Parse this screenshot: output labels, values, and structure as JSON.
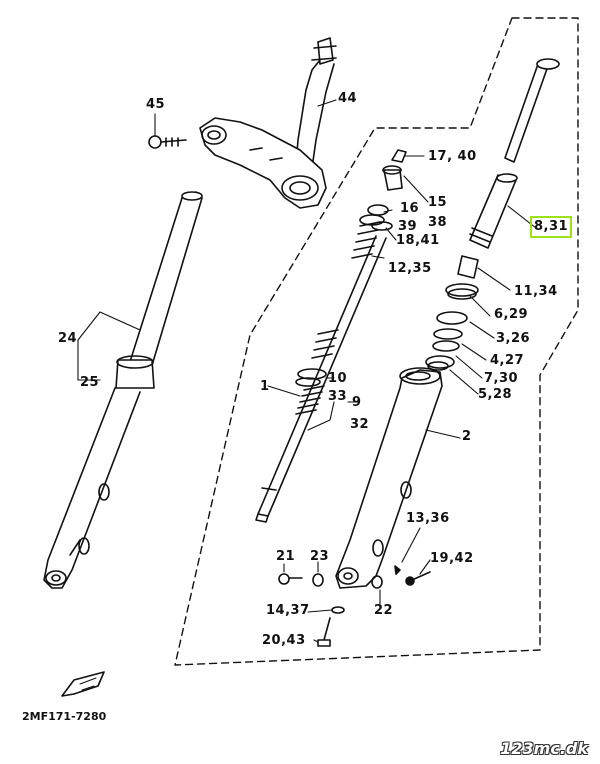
{
  "callouts": [
    {
      "id": "44",
      "text": "44"
    },
    {
      "id": "45",
      "text": "45"
    },
    {
      "id": "17-40",
      "text": "17, 40"
    },
    {
      "id": "15",
      "text": "15"
    },
    {
      "id": "16",
      "text": "16"
    },
    {
      "id": "38",
      "text": "38"
    },
    {
      "id": "39",
      "text": "39"
    },
    {
      "id": "18-41",
      "text": "18,41"
    },
    {
      "id": "12-35",
      "text": "12,35"
    },
    {
      "id": "8-31",
      "text": "8,31",
      "highlighted": true
    },
    {
      "id": "11-34",
      "text": "11,34"
    },
    {
      "id": "6-29",
      "text": "6,29"
    },
    {
      "id": "3-26",
      "text": "3,26"
    },
    {
      "id": "4-27",
      "text": "4,27"
    },
    {
      "id": "7-30",
      "text": "7,30"
    },
    {
      "id": "5-28",
      "text": "5,28"
    },
    {
      "id": "24",
      "text": "24"
    },
    {
      "id": "25",
      "text": "25"
    },
    {
      "id": "1",
      "text": "1"
    },
    {
      "id": "10",
      "text": "10"
    },
    {
      "id": "33",
      "text": "33"
    },
    {
      "id": "9",
      "text": "9"
    },
    {
      "id": "32",
      "text": "32"
    },
    {
      "id": "2",
      "text": "2"
    },
    {
      "id": "13-36",
      "text": "13,36"
    },
    {
      "id": "19-42",
      "text": "19,42"
    },
    {
      "id": "21",
      "text": "21"
    },
    {
      "id": "23",
      "text": "23"
    },
    {
      "id": "22",
      "text": "22"
    },
    {
      "id": "14-37",
      "text": "14,37"
    },
    {
      "id": "20-43",
      "text": "20,43"
    }
  ],
  "diagram_code": "2MF171-7280",
  "watermark": "123mc.dk",
  "colors": {
    "ink": "#111111",
    "highlight": "#9be21a",
    "background": "#ffffff"
  }
}
